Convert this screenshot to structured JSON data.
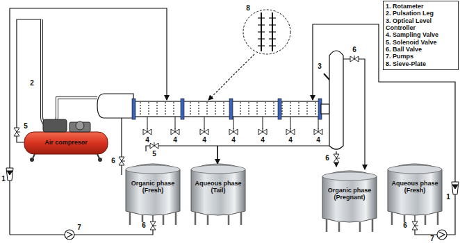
{
  "diagram": {
    "nodes": [
      {
        "text": [
          "1. Rotameter",
          "2. Pulsation Leg",
          "3. Optical Level Controller",
          "4. Sampling Valve",
          "5. Solenoid Valve",
          "6. Ball Valve",
          "7. Pumps",
          "8. Sieve-Plate"
        ]
      },
      {
        "text": [
          "Air compresor"
        ]
      },
      {
        "text": [
          "Organic phase (Fresh)"
        ]
      },
      {
        "text": [
          "Aqueous phase (Tail)"
        ]
      },
      {
        "text": [
          "Organic phase (Pregnant)"
        ]
      },
      {
        "text": [
          "Aqueous phase (Fresh)"
        ]
      }
    ],
    "labels": [
      "8",
      "2",
      "3",
      "6",
      "4",
      "4",
      "4",
      "4",
      "4",
      "4",
      "4",
      "6",
      "5",
      "6",
      "5",
      "1",
      "7",
      "6",
      "1",
      "7",
      "6"
    ]
  }
}
